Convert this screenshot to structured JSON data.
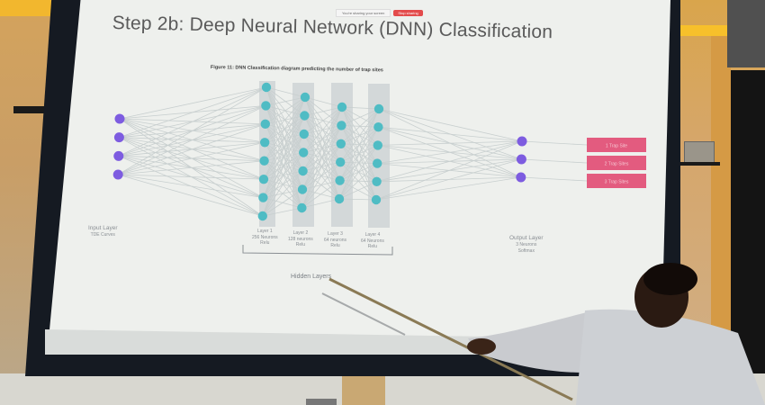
{
  "share_bar": {
    "status_text": "You're sharing your screen",
    "stop_label": "Stop sharing"
  },
  "slide": {
    "title": "Step 2b: Deep Neural Network (DNN) Classification",
    "caption": "Figure 11: DNN Classification diagram predicting the number of trap sites",
    "hidden_layers_label": "Hidden Layers",
    "input_layer": {
      "name": "Input Layer",
      "detail": "TDE Curves",
      "nodes": 4,
      "color": "#7d5ce0"
    },
    "hidden_layers": [
      {
        "name": "Layer 1",
        "neurons": "256 Neurons",
        "activation": "Relu",
        "nodes": 8
      },
      {
        "name": "Layer 2",
        "neurons": "128 neurons",
        "activation": "Relu",
        "nodes": 7
      },
      {
        "name": "Layer 3",
        "neurons": "64 neurons",
        "activation": "Relu",
        "nodes": 6
      },
      {
        "name": "Layer 4",
        "neurons": "64 Neurons",
        "activation": "Relu",
        "nodes": 6
      }
    ],
    "hidden_color": "#4fbcc4",
    "output_layer": {
      "name": "Output Layer",
      "neurons": "3 Neurons",
      "activation": "Softmax",
      "nodes": 3,
      "color": "#7d5ce0"
    },
    "output_classes": [
      "1 Trap Site",
      "2 Trap Sites",
      "3 Trap Sites"
    ],
    "output_box_color": "#e35b7f",
    "edge_color": "#c8cfcf",
    "column_color": "#d3d8d9"
  }
}
